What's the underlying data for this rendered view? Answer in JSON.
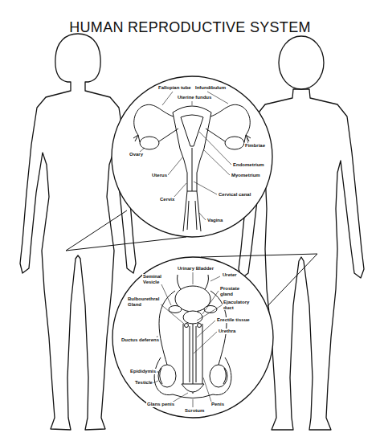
{
  "diagram": {
    "title": "HUMAN REPRODUCTIVE SYSTEM",
    "labels": [
      "Fallopian tube",
      "Infundibulum",
      "Uterine fundus",
      "Ovary",
      "Fimbriae",
      "Endometrium",
      "Myometrium",
      "Uterus",
      "Cervix",
      "Cervical canal",
      "Vagina",
      "Seminal Vesicle",
      "Urinary Bladder",
      "Ureter",
      "Prostate gland",
      "Ejaculatory duct",
      "Bulbourethral Gland",
      "Erectile tissue",
      "Urethra",
      "Ductus deferens",
      "Epididymis",
      "Testicle",
      "Glans penis",
      "Scrotum",
      "Penis"
    ]
  }
}
